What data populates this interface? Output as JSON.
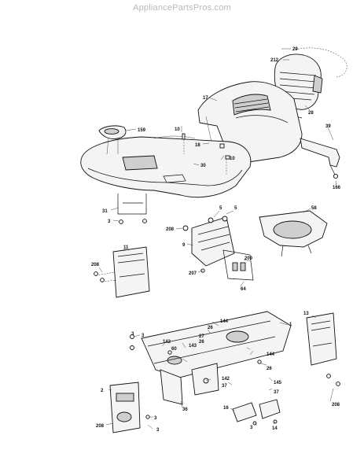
{
  "watermark": "AppliancePartsPros.com",
  "callouts": {
    "c29": "29",
    "c212": "212",
    "c28": "28",
    "c17": "17",
    "c159": "159",
    "c10a": "10",
    "c18": "18",
    "c10b": "10",
    "c30": "30",
    "c39": "39",
    "c166": "166",
    "c31": "31",
    "c3a": "3",
    "c5a": "5",
    "c5b": "5",
    "c58": "58",
    "c208a": "208",
    "c9": "9",
    "c11": "11",
    "c208b": "208",
    "c209": "209",
    "c207": "207",
    "c64": "64",
    "c144a": "144",
    "c1": "1",
    "c26a": "26",
    "c13": "13",
    "c3b": "3",
    "c142a": "142",
    "c27": "27",
    "c60": "60",
    "c26b": "26",
    "c143": "143",
    "c144b": "144",
    "c37a": "37",
    "c26c": "26",
    "c145": "145",
    "c37b": "37",
    "c142b": "142",
    "c2": "2",
    "c208c": "208",
    "c3c": "3",
    "c3d": "3",
    "c36": "36",
    "c208d": "208",
    "c16": "16",
    "c14": "14",
    "c3e": "3",
    "c3f": "3"
  }
}
